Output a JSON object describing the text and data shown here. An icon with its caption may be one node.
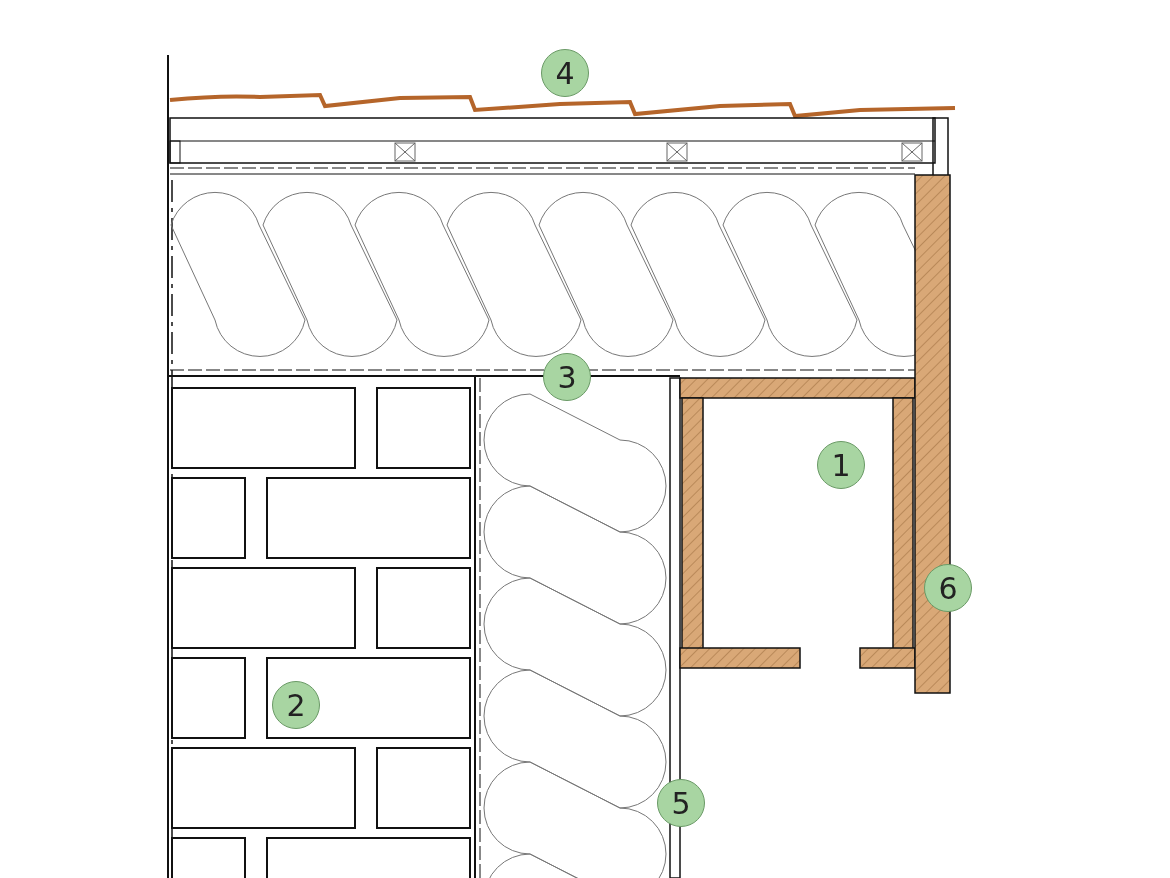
{
  "diagram": {
    "labels": [
      "4",
      "3",
      "1",
      "6",
      "2",
      "5"
    ]
  }
}
